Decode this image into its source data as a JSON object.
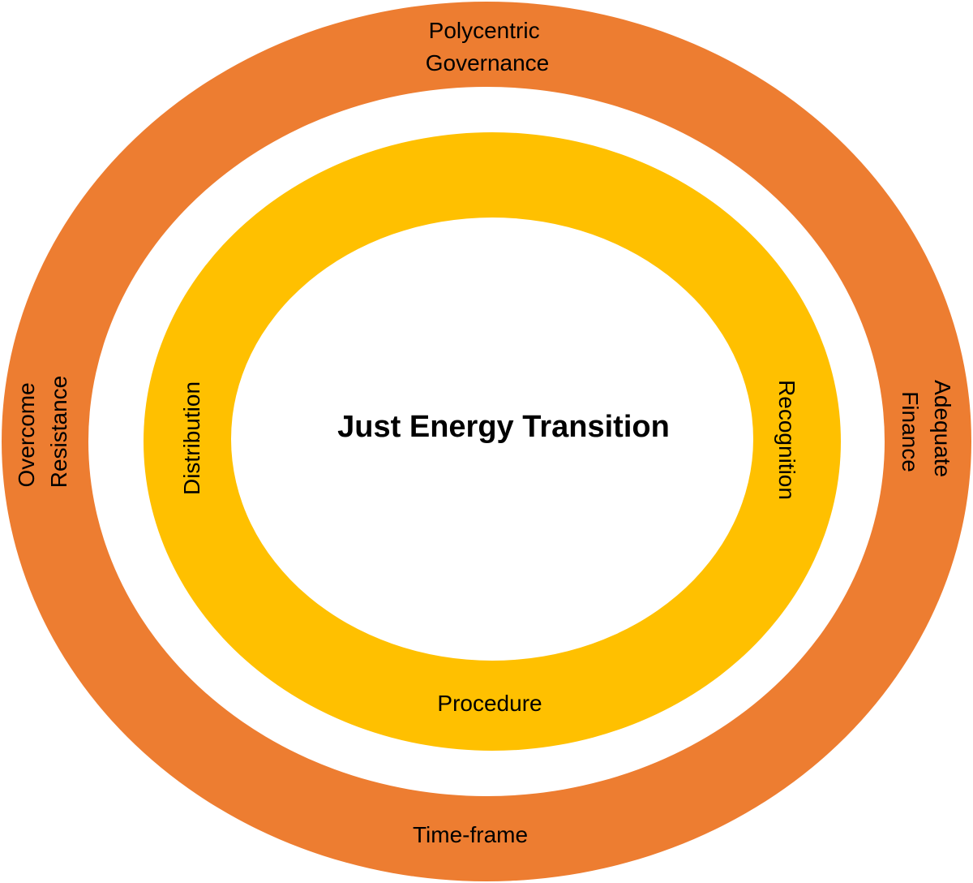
{
  "colors": {
    "outer_ring": "#ED7D31",
    "inner_ring": "#FFC000",
    "background": "#FFFFFF",
    "text": "#000000"
  },
  "center": {
    "title": "Just Energy Transition"
  },
  "inner_ring": {
    "left_label": "Distribution",
    "right_label": "Recognition",
    "bottom_label": "Procedure"
  },
  "outer_ring": {
    "top_label": [
      "Polycentric",
      "Governance"
    ],
    "left_label": [
      "Overcome",
      "Resistance"
    ],
    "right_label": [
      "Adequate",
      "Finance"
    ],
    "bottom_label": "Time-frame"
  }
}
